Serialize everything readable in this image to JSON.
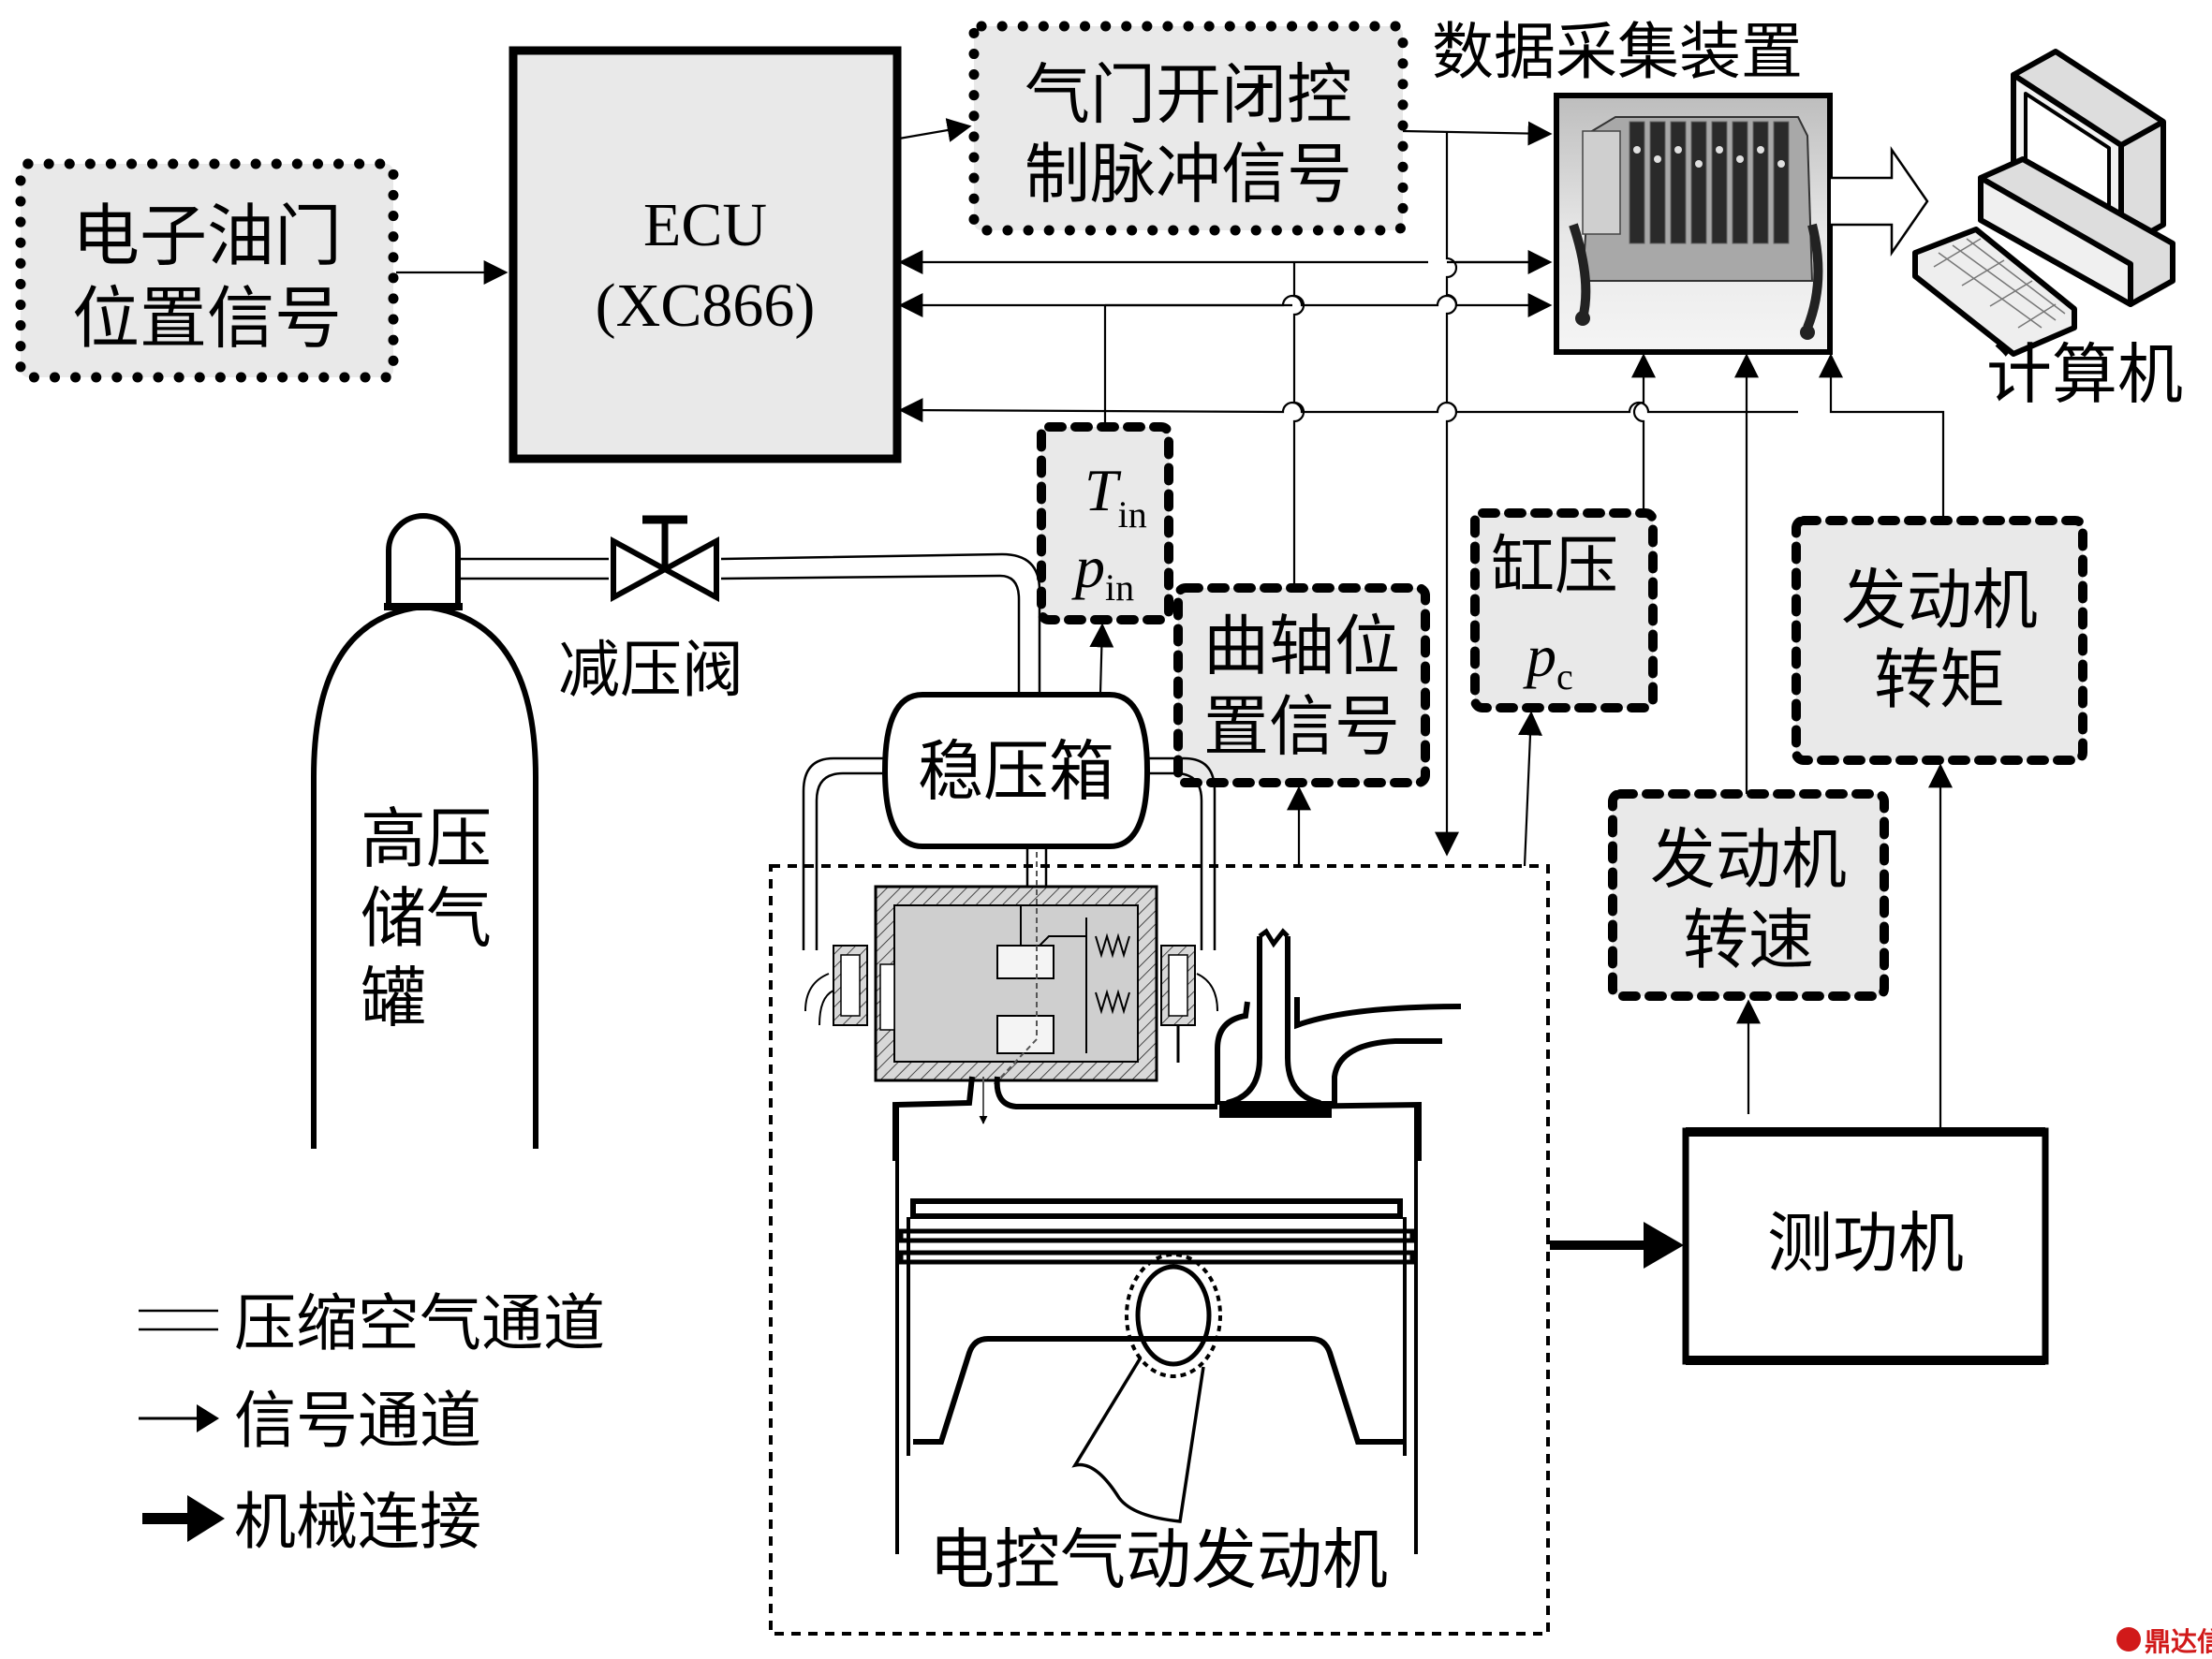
{
  "figure": {
    "throttle_signal": {
      "line1": "电子油门",
      "line2": "位置信号"
    },
    "ecu": {
      "line1": "ECU",
      "line2": "(XC866)"
    },
    "valve_pulse_signal": {
      "line1": "气门开闭控",
      "line2": "制脉冲信号"
    },
    "daq": {
      "title": "数据采集装置"
    },
    "computer": {
      "label": "计算机"
    },
    "intake_sensor": {
      "T": "T",
      "T_sub": "in",
      "p": "p",
      "p_sub": "in"
    },
    "crank_signal": {
      "line1": "曲轴位",
      "line2": "置信号"
    },
    "cylinder_pressure": {
      "line1": "缸压",
      "p": "p",
      "p_sub": "c"
    },
    "engine_torque": {
      "line1": "发动机",
      "line2": "转矩"
    },
    "engine_speed": {
      "line1": "发动机",
      "line2": "转速"
    },
    "dynamometer": {
      "label": "测功机"
    },
    "tank": {
      "line1": "高压",
      "line2": "储气",
      "line3": "罐"
    },
    "pressure_reducing_valve": {
      "label": "减压阀"
    },
    "plenum": {
      "label": "稳压箱"
    },
    "engine": {
      "label": "电控气动发动机"
    },
    "legend": [
      {
        "symbol": "double-line",
        "label": "压缩空气通道"
      },
      {
        "symbol": "thin-arrow",
        "label": "信号通道"
      },
      {
        "symbol": "thick-arrow",
        "label": "机械连接"
      }
    ],
    "watermark": "鼎达信"
  }
}
